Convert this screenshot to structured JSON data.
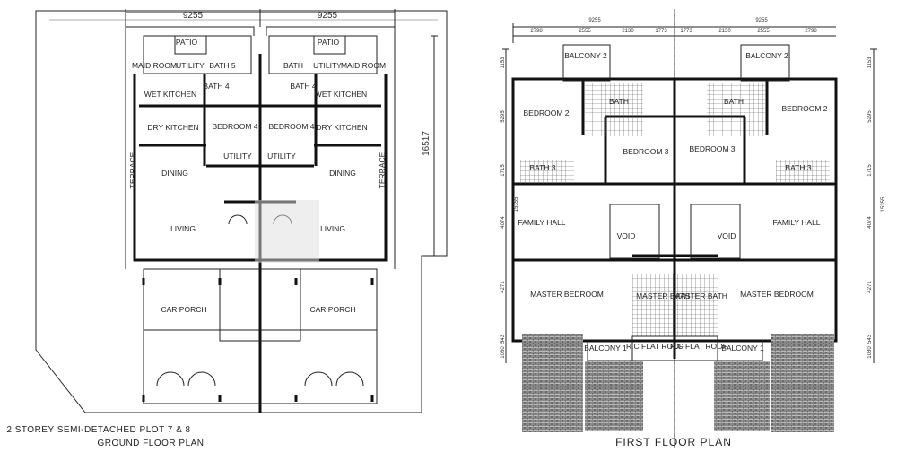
{
  "ground_floor": {
    "caption_line1": "2 STOREY SEMI-DETACHED PLOT 7 & 8",
    "caption_line2": "GROUND FLOOR PLAN",
    "dims": {
      "left_width": "9255",
      "right_width": "9255",
      "depth": "16517"
    },
    "rooms": [
      "PATIO",
      "PATIO",
      "MAID ROOM",
      "UTILITY",
      "BATH 5",
      "BATH",
      "UTILITY",
      "MAID ROOM",
      "BATH 4",
      "BATH 4",
      "WET KITCHEN",
      "WET KITCHEN",
      "DRY KITCHEN",
      "BEDROOM 4",
      "BEDROOM 4",
      "DRY KITCHEN",
      "UTILITY",
      "UTILITY",
      "TERRACE",
      "TERRACE",
      "DINING",
      "DINING",
      "LIVING",
      "LIVING",
      "CAR PORCH",
      "CAR PORCH"
    ]
  },
  "first_floor": {
    "caption": "FIRST FLOOR PLAN",
    "dims_top": {
      "totals": [
        "9255",
        "9255"
      ],
      "segments": [
        "2798",
        "2555",
        "2130",
        "1773",
        "1773",
        "2130",
        "2555",
        "2798"
      ]
    },
    "dims_side": {
      "segments": [
        "1153",
        "5295",
        "1715",
        "4074",
        "4271",
        "543",
        "1080"
      ],
      "total": "15355"
    },
    "rooms": [
      "BALCONY 2",
      "BALCONY 2",
      "BEDROOM 2",
      "BEDROOM 2",
      "BATH",
      "BATH",
      "BATH 3",
      "BATH 3",
      "BEDROOM 3",
      "BEDROOM 3",
      "FAMILY HALL",
      "FAMILY HALL",
      "VOID",
      "VOID",
      "MASTER BEDROOM",
      "MASTER BEDROOM",
      "MASTER BATH",
      "MASTER BATH",
      "BALCONY 1",
      "BALCONY 1",
      "R.C FLAT ROOF",
      "R.C FLAT ROOF"
    ]
  }
}
